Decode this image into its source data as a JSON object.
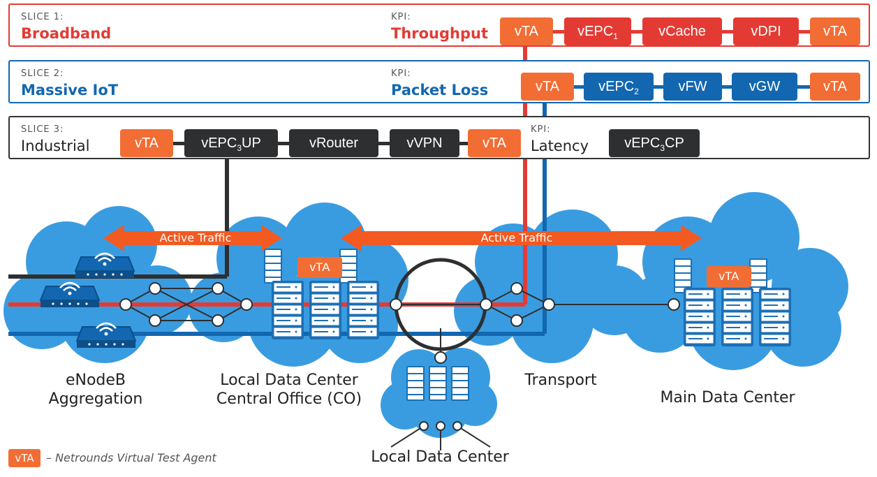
{
  "slices": [
    {
      "label": "SLICE 1:",
      "name": "Broadband",
      "kpi_label": "KPI:",
      "kpi": "Throughput"
    },
    {
      "label": "SLICE 2:",
      "name": "Massive IoT",
      "kpi_label": "KPI:",
      "kpi": "Packet Loss"
    },
    {
      "label": "SLICE 3:",
      "name": "Industrial",
      "kpi_label": "KPI:",
      "kpi": "Latency"
    }
  ],
  "chain1": {
    "n1": "vTA",
    "n2": "vEPC",
    "n2_sub": "1",
    "n3": "vCache",
    "n4": "vDPI",
    "n5": "vTA"
  },
  "chain2": {
    "n1": "vTA",
    "n2": "vEPC",
    "n2_sub": "2",
    "n3": "vFW",
    "n4": "vGW",
    "n5": "vTA"
  },
  "chain3": {
    "n1": "vTA",
    "n2": "vEPC",
    "n2_sub": "3",
    "n2_suffix": "UP",
    "n3": "vRouter",
    "n4": "vVPN",
    "n5": "vTA",
    "cp": "vEPC",
    "cp_sub": "3",
    "cp_suffix": "CP"
  },
  "traffic": {
    "left": "Active Traffic",
    "right": "Active Traffic"
  },
  "sites": {
    "enodeb": [
      "eNodeB",
      "Aggregation"
    ],
    "local_co": [
      "Local Data Center",
      "Central Office (CO)"
    ],
    "transport": "Transport",
    "main_dc": "Main Data Center",
    "local_dc": "Local Data Center"
  },
  "rack_vta_co": "vTA",
  "rack_vta_main": "vTA",
  "legend": {
    "badge": "vTA",
    "text": "– Netrounds Virtual Test Agent"
  },
  "colors": {
    "orange": "#f26d34",
    "red": "#e33b34",
    "blue": "#1267b0",
    "dark": "#2e2f31",
    "cloud": "#3a9ce0",
    "traffic": "#f25a22"
  }
}
